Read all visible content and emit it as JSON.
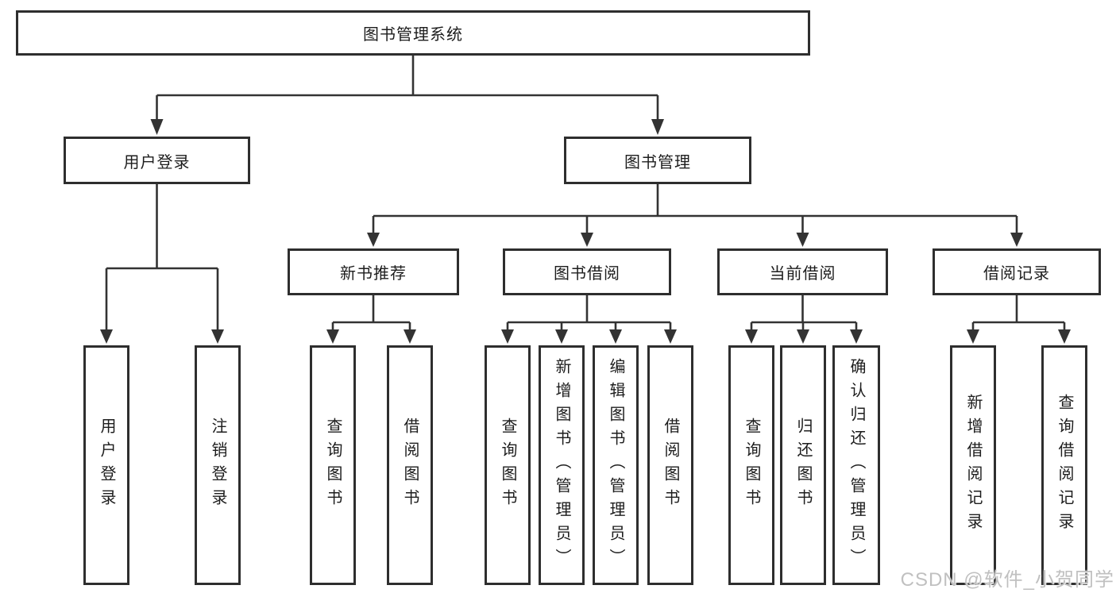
{
  "diagram": {
    "title": "图书管理系统",
    "root": {
      "label": "图书管理系统"
    },
    "level2": [
      {
        "label": "用户登录"
      },
      {
        "label": "图书管理"
      }
    ],
    "level3": [
      {
        "label": "新书推荐"
      },
      {
        "label": "图书借阅"
      },
      {
        "label": "当前借阅"
      },
      {
        "label": "借阅记录"
      }
    ],
    "leaves": {
      "user_login": [
        "用户登录",
        "注销登录"
      ],
      "new_book_recommend": [
        "查询图书",
        "借阅图书"
      ],
      "book_borrow": [
        "查询图书",
        "新增图书（管理员）",
        "编辑图书（管理员）",
        "借阅图书"
      ],
      "current_borrow": [
        "查询图书",
        "归还图书",
        "确认归还（管理员）"
      ],
      "borrow_records": [
        "新增借阅记录",
        "查询借阅记录"
      ]
    }
  },
  "watermark": "CSDN @软件_小贺同学",
  "colors": {
    "line": "#333333",
    "box_border": "#2e2e2e",
    "text": "#1d1d1d",
    "watermark": "#bbbbbb",
    "background": "#ffffff"
  }
}
